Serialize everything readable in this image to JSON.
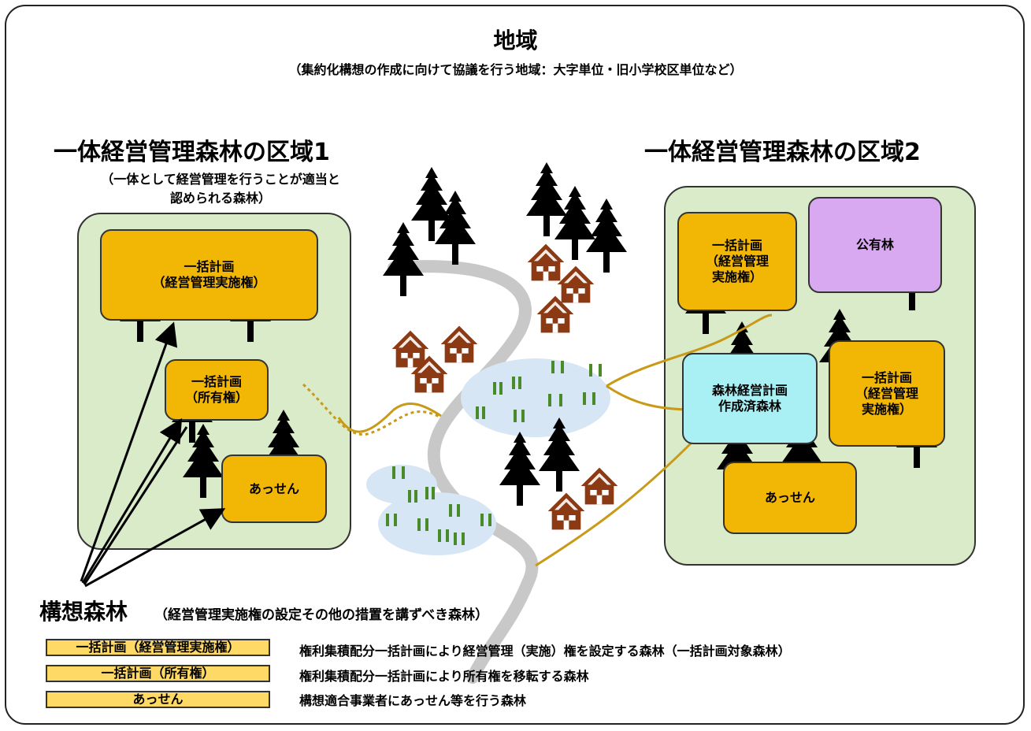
{
  "region": {
    "title": "地域",
    "subtitle": "（集約化構想の作成に向けて協議を行う地域：大字単位・旧小学校区単位など）"
  },
  "zone1": {
    "title": "一体経営管理森林の区域1",
    "note_line1": "（一体として経営管理を行うことが適当と",
    "note_line2": "認められる森林）",
    "box_a": "一括計画\n（経営管理実施権）",
    "box_b": "一括計画\n（所有権）",
    "box_c": "あっせん"
  },
  "zone2": {
    "title": "一体経営管理森林の区域2",
    "box_a": "一括計画\n（経営管理\n実施権）",
    "box_public": "公有林",
    "box_plan": "森林経営計画\n作成済森林",
    "box_b": "一括計画\n（経営管理\n実施権）",
    "box_c": "あっせん"
  },
  "concept": {
    "title": "構想森林",
    "note": "（経営管理実施権の設定その他の措置を講ずべき森林）"
  },
  "legend": [
    {
      "label": "一括計画（経営管理実施権）",
      "text": "権利集積配分一括計画により経営管理（実施）権を設定する森林（一括計画対象森林）"
    },
    {
      "label": "一括計画（所有権）",
      "text": "権利集積配分一括計画により所有権を移転する森林"
    },
    {
      "label": "あっせん",
      "text": "構想適合事業者にあっせん等を行う森林"
    }
  ],
  "colors": {
    "zone_fill": "#d9ebc9",
    "plan_box": "#f2b705",
    "legend_box": "#ffd966",
    "public_forest": "#d8a8f0",
    "planned_forest": "#a9f0f5",
    "house": "#8b3a13",
    "road": "#c8c8c8",
    "path": "#c99a17",
    "pond": "#d7e6f4",
    "grass": "#4a8a2a"
  }
}
